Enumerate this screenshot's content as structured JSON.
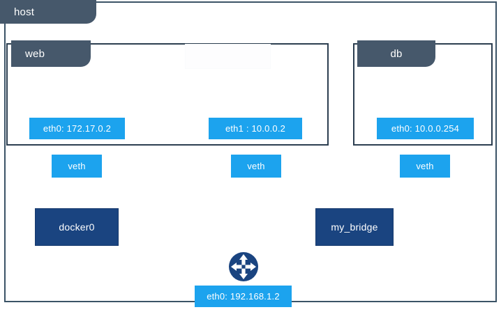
{
  "diagram": {
    "title": "host",
    "type": "docker-network-topology",
    "colors": {
      "frame_border": "#2c3e50",
      "tab_background": "#46586b",
      "interface_box": "#1ca3ee",
      "bridge_box": "#1a4480",
      "wire": "#b3b3b3",
      "router": "#1a4480"
    },
    "host": {
      "label": "host"
    },
    "containers": [
      {
        "name": "web-container",
        "label": "web"
      },
      {
        "name": "db-container",
        "label": "db"
      }
    ],
    "interfaces": [
      {
        "name": "web-eth0",
        "label": "eth0: 172.17.0.2"
      },
      {
        "name": "web-eth1",
        "label": "eth1 : 10.0.0.2"
      },
      {
        "name": "db-eth0",
        "label": "eth0: 10.0.0.254"
      },
      {
        "name": "host-eth0",
        "label": "eth0: 192.168.1.2"
      }
    ],
    "veths": [
      {
        "name": "veth-docker0",
        "label": "veth"
      },
      {
        "name": "veth-my-bridge-web",
        "label": "veth"
      },
      {
        "name": "veth-my-bridge-db",
        "label": "veth"
      }
    ],
    "bridges": [
      {
        "name": "docker0-bridge",
        "label": "docker0"
      },
      {
        "name": "my-bridge-bridge",
        "label": "my_bridge"
      }
    ],
    "router": {
      "name": "router-icon",
      "label": "router"
    }
  }
}
